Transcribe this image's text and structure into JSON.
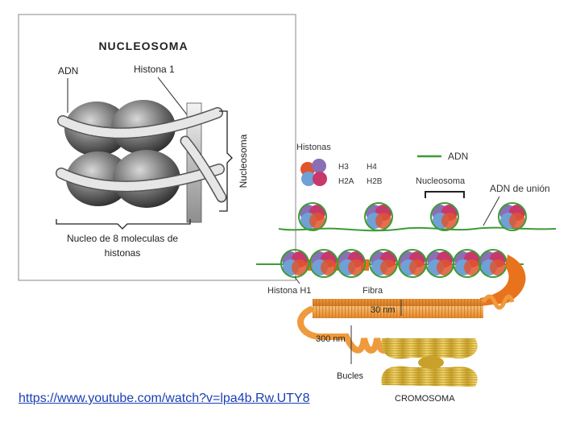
{
  "left_panel": {
    "title": "NUCLEOSOMA",
    "label_adn": "ADN",
    "label_histona1": "Histona 1",
    "label_nucleosoma": "Nucleosoma",
    "caption_line1": "Nucleo de 8 moleculas de",
    "caption_line2": "histonas"
  },
  "right_panel": {
    "legend_title": "Histonas",
    "h3": "H3",
    "h4": "H4",
    "h2a": "H2A",
    "h2b": "H2B",
    "adn": "ADN",
    "nucleosoma": "Nucleosoma",
    "adn_union": "ADN de unión",
    "histona_h1": "Histona H1",
    "fibra": "Fibra",
    "nm30": "30 nm",
    "nm300": "300 nm",
    "bucles": "Bucles",
    "cromosoma": "CROMOSOMA"
  },
  "link": {
    "text": "https://www.youtube.com/watch?v=lpa4b.Rw.UTY8"
  },
  "colors": {
    "dna_green": "#3d9b35",
    "h3": "#8a6fb5",
    "h4": "#c7386b",
    "h2a": "#6fa0d6",
    "h2b": "#e0552f",
    "h1_orange": "#e8731c",
    "fiber_orange": "#f2a04a",
    "chromosome_gold": "#d9b53a"
  }
}
